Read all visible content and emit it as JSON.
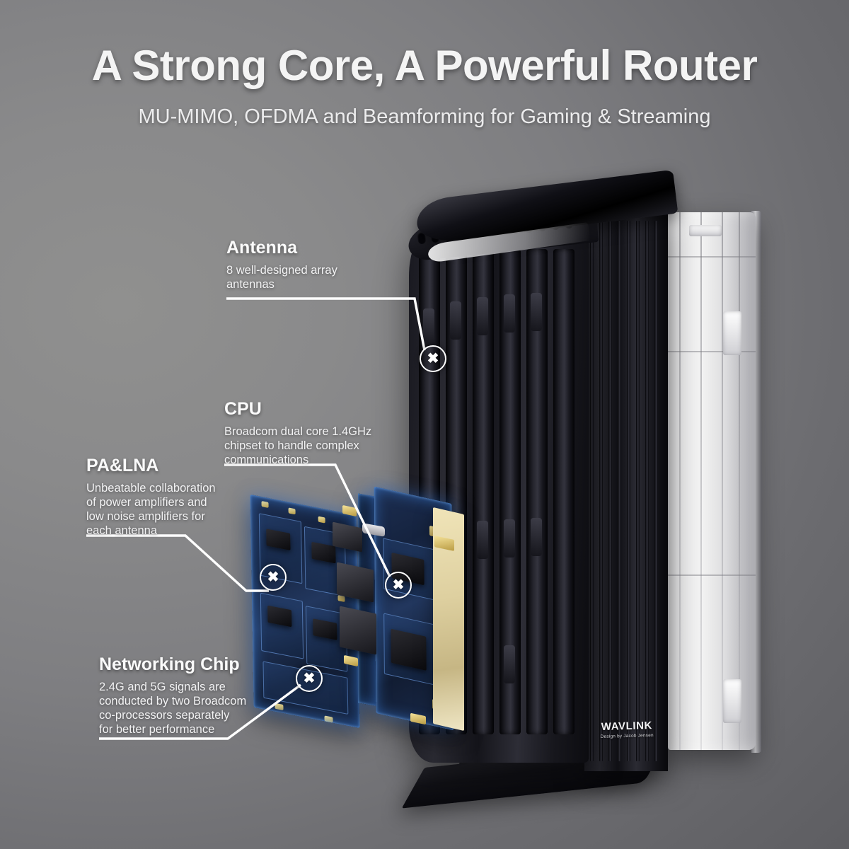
{
  "header": {
    "title": "A Strong Core, A Powerful Router",
    "subtitle": "MU-MIMO, OFDMA and Beamforming for Gaming & Streaming"
  },
  "callouts": [
    {
      "id": "antenna",
      "title": "Antenna",
      "description": "8 well-designed array\nantennas",
      "marker": "✖"
    },
    {
      "id": "cpu",
      "title": "CPU",
      "description": "Broadcom dual core 1.4GHz\nchipset to handle complex\ncommunications",
      "marker": "✖"
    },
    {
      "id": "pa-lna",
      "title": "PA&LNA",
      "description": "Unbeatable collaboration\nof power amplifiers and\nlow noise amplifiers for\neach antenna",
      "marker": "✖"
    },
    {
      "id": "networking-chip",
      "title": "Networking Chip",
      "description": "2.4G and 5G signals are\nconducted by two Broadcom\nco-processors separately\nfor better performance",
      "marker": "✖"
    }
  ],
  "brand": {
    "name": "WAVLINK",
    "tagline": "Design by Jacob Jensen"
  },
  "colors": {
    "background_light": "#90908f",
    "background_dark": "#5e5e62",
    "text_primary": "#fafafa",
    "leader_line": "#ffffff",
    "pcb_blue": "#1d2f52",
    "pcb_glow": "#4696ff",
    "gold": "#e8d9a4",
    "chassis_black": "#15151b",
    "cover_white": "#f3f3f3"
  }
}
